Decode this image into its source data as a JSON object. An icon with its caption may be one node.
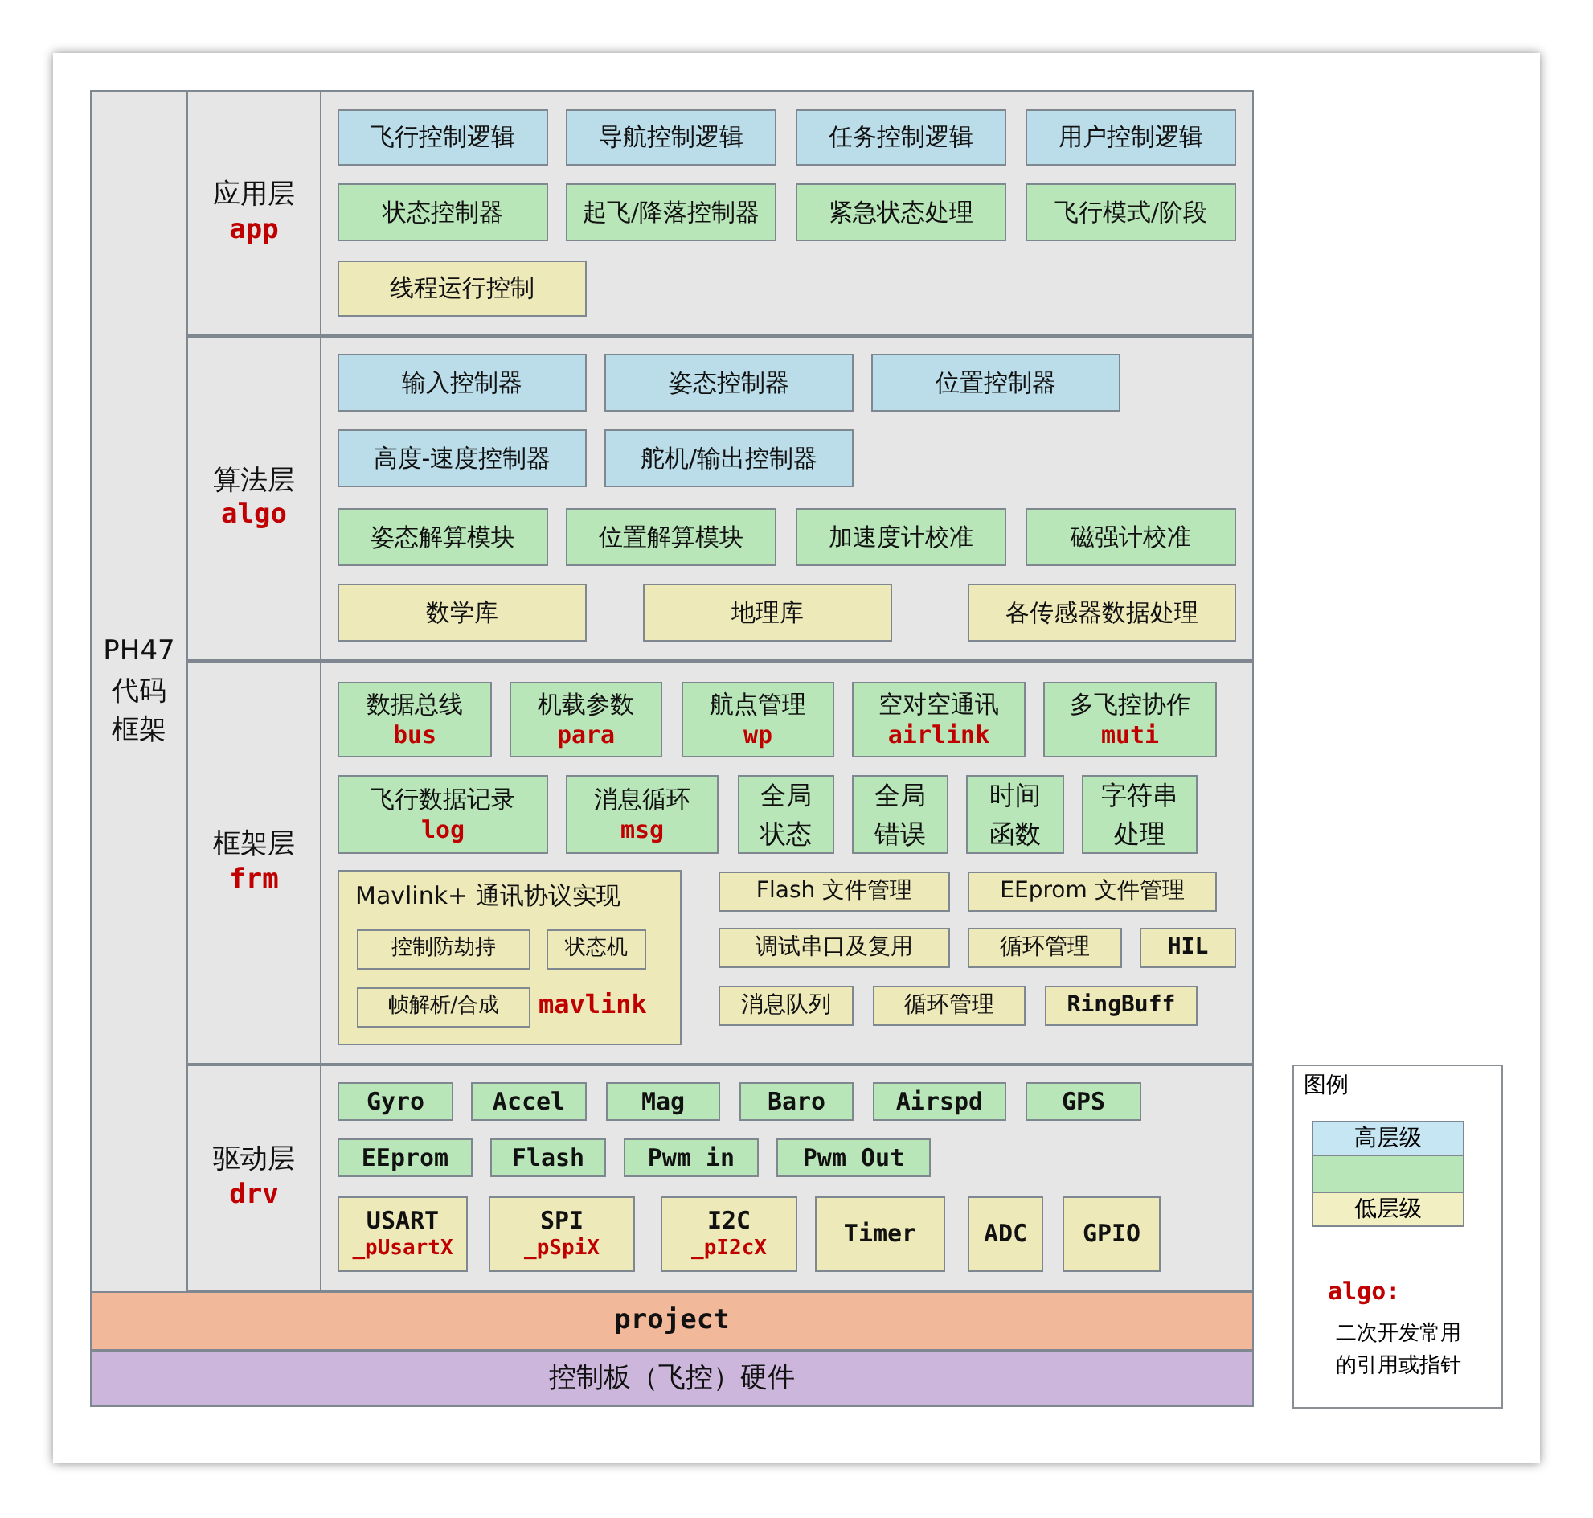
{
  "diagram": {
    "nodes": [
      {
        "text": [
          "PH47 代码框架"
        ]
      },
      {
        "text": [
          "应用层",
          "app"
        ],
        "in": 0
      },
      {
        "text": [
          "飞行控制逻辑"
        ],
        "in": 1
      },
      {
        "text": [
          "导航控制逻辑"
        ],
        "in": 1
      },
      {
        "text": [
          "任务控制逻辑"
        ],
        "in": 1
      },
      {
        "text": [
          "用户控制逻辑"
        ],
        "in": 1
      },
      {
        "text": [
          "状态控制器"
        ],
        "in": 1
      },
      {
        "text": [
          "起飞/降落控制器"
        ],
        "in": 1
      },
      {
        "text": [
          "紧急状态处理"
        ],
        "in": 1
      },
      {
        "text": [
          "飞行模式/阶段"
        ],
        "in": 1
      },
      {
        "text": [
          "线程运行控制"
        ],
        "in": 1
      },
      {
        "text": [
          "算法层",
          "algo"
        ],
        "in": 0
      },
      {
        "text": [
          "输入控制器"
        ],
        "in": 11
      },
      {
        "text": [
          "姿态控制器"
        ],
        "in": 11
      },
      {
        "text": [
          "位置控制器"
        ],
        "in": 11
      },
      {
        "text": [
          "高度-速度控制器"
        ],
        "in": 11
      },
      {
        "text": [
          "舵机/输出控制器"
        ],
        "in": 11
      },
      {
        "text": [
          "姿态解算模块"
        ],
        "in": 11
      },
      {
        "text": [
          "位置解算模块"
        ],
        "in": 11
      },
      {
        "text": [
          "加速度计校准"
        ],
        "in": 11
      },
      {
        "text": [
          "磁强计校准"
        ],
        "in": 11
      },
      {
        "text": [
          "数学库"
        ],
        "in": 11
      },
      {
        "text": [
          "地理库"
        ],
        "in": 11
      },
      {
        "text": [
          "各传感器数据处理"
        ],
        "in": 11
      },
      {
        "text": [
          "框架层",
          "frm"
        ],
        "in": 0
      },
      {
        "text": [
          "数据总线",
          "bus"
        ],
        "in": 24
      },
      {
        "text": [
          "机载参数",
          "para"
        ],
        "in": 24
      },
      {
        "text": [
          "航点管理",
          "wp"
        ],
        "in": 24
      },
      {
        "text": [
          "空对空通讯",
          "airlink"
        ],
        "in": 24
      },
      {
        "text": [
          "多飞控协作",
          "muti"
        ],
        "in": 24
      },
      {
        "text": [
          "飞行数据记录",
          "log"
        ],
        "in": 24
      },
      {
        "text": [
          "消息循环",
          "msg"
        ],
        "in": 24
      },
      {
        "text": [
          "全局状态"
        ],
        "in": 24
      },
      {
        "text": [
          "全局错误"
        ],
        "in": 24
      },
      {
        "text": [
          "时间函数"
        ],
        "in": 24
      },
      {
        "text": [
          "字符串处理"
        ],
        "in": 24
      },
      {
        "text": [
          "Mavlink+ 通讯协议实现",
          "mavlink"
        ],
        "in": 24
      },
      {
        "text": [
          "控制防劫持"
        ],
        "in": 36
      },
      {
        "text": [
          "状态机"
        ],
        "in": 36
      },
      {
        "text": [
          "帧解析/合成"
        ],
        "in": 36
      },
      {
        "text": [
          "Flash 文件管理"
        ],
        "in": 24
      },
      {
        "text": [
          "EEprom 文件管理"
        ],
        "in": 24
      },
      {
        "text": [
          "调试串口及复用"
        ],
        "in": 24
      },
      {
        "text": [
          "循环管理"
        ],
        "in": 24
      },
      {
        "text": [
          "HIL"
        ],
        "in": 24
      },
      {
        "text": [
          "消息队列"
        ],
        "in": 24
      },
      {
        "text": [
          "循环管理"
        ],
        "in": 24
      },
      {
        "text": [
          "RingBuff"
        ],
        "in": 24
      },
      {
        "text": [
          "驱动层",
          "drv"
        ],
        "in": 0
      },
      {
        "text": [
          "Gyro"
        ],
        "in": 48
      },
      {
        "text": [
          "Accel"
        ],
        "in": 48
      },
      {
        "text": [
          "Mag"
        ],
        "in": 48
      },
      {
        "text": [
          "Baro"
        ],
        "in": 48
      },
      {
        "text": [
          "Airspd"
        ],
        "in": 48
      },
      {
        "text": [
          "GPS"
        ],
        "in": 48
      },
      {
        "text": [
          "EEprom"
        ],
        "in": 48
      },
      {
        "text": [
          "Flash"
        ],
        "in": 48
      },
      {
        "text": [
          "Pwm in"
        ],
        "in": 48
      },
      {
        "text": [
          "Pwm Out"
        ],
        "in": 48
      },
      {
        "text": [
          "USART",
          "_pUsartX"
        ],
        "in": 48
      },
      {
        "text": [
          "SPI",
          "_pSpiX"
        ],
        "in": 48
      },
      {
        "text": [
          "I2C",
          "_pI2cX"
        ],
        "in": 48
      },
      {
        "text": [
          "Timer"
        ],
        "in": 48
      },
      {
        "text": [
          "ADC"
        ],
        "in": 48
      },
      {
        "text": [
          "GPIO"
        ],
        "in": 48
      },
      {
        "text": [
          "project"
        ],
        "in": 0
      },
      {
        "text": [
          "控制板（飞控）硬件"
        ],
        "in": 0
      }
    ],
    "labels": [
      "图例",
      "algo:",
      "二次开发常用的引用或指针"
    ],
    "legend": [
      {
        "text": "高层级",
        "color": "#c5e6f2"
      },
      {
        "text": "低层级",
        "color": "#f2f0c2"
      }
    ]
  }
}
